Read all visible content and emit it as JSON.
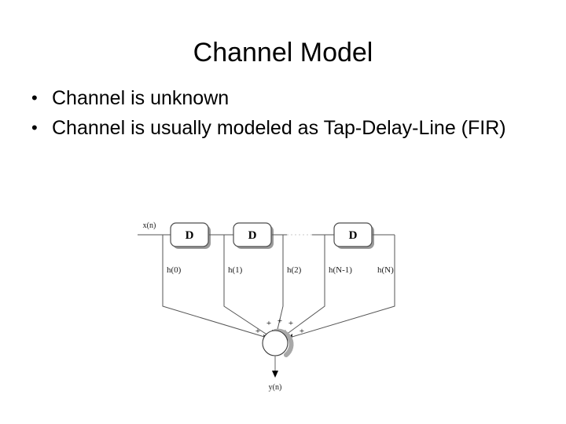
{
  "slide": {
    "title": "Channel Model",
    "bullet_marker": "•",
    "bullets": [
      "Channel is unknown",
      "Channel is usually modeled as Tap-Delay-Line (FIR)"
    ]
  },
  "diagram": {
    "name": "tap-delay-line-fir-filter",
    "input_label": "x(n)",
    "output_label": "y(n)",
    "delay_label": "D",
    "delay_blocks": [
      {
        "label": "D"
      },
      {
        "label": "D"
      },
      {
        "label": "D"
      }
    ],
    "tap_labels": [
      "h(0)",
      "h(1)",
      "h(2)",
      "h(N-1)",
      "h(N)"
    ],
    "adder_signs": [
      "+",
      "+",
      "+",
      "+",
      "+"
    ],
    "colors": {
      "line": "#555555",
      "shadow": "#999999",
      "text": "#000000",
      "background": "#ffffff"
    }
  }
}
